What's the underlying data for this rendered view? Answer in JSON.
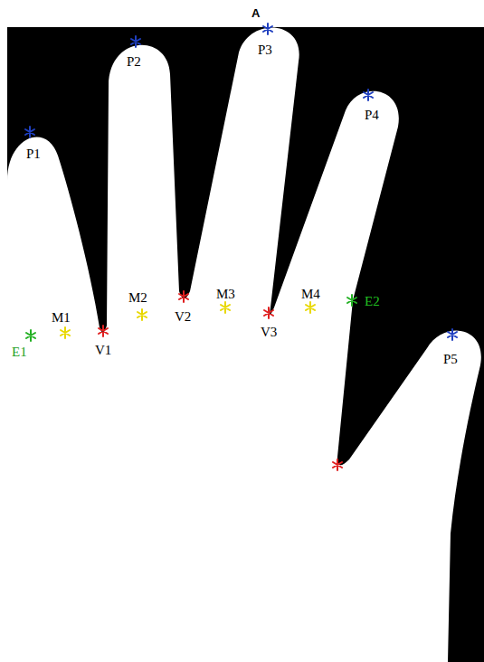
{
  "diagram": {
    "labels": [
      "A",
      "P1",
      "P2",
      "P3",
      "P4",
      "P5",
      "V1",
      "V2",
      "V3",
      "M1",
      "M2",
      "M3",
      "M4",
      "E1",
      "E2"
    ]
  }
}
